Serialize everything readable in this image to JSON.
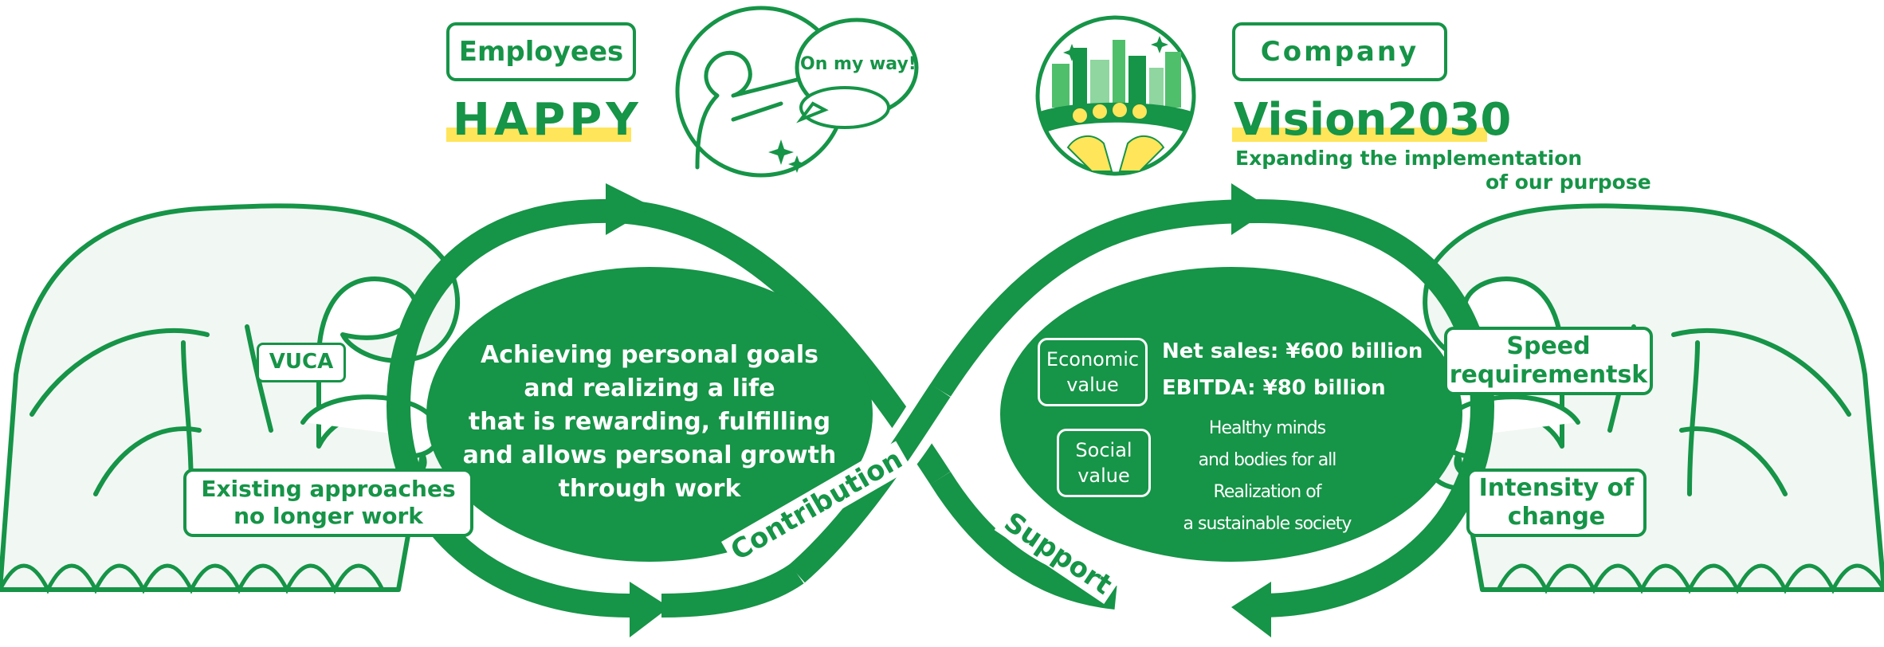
{
  "colors": {
    "green": "#169447",
    "light_green_fill": "#f1f7f3",
    "yellow": "#ffe55a",
    "white": "#ffffff"
  },
  "employees": {
    "label": "Employees",
    "title": "HAPPY",
    "speech": "On my way!"
  },
  "company": {
    "label": "Company",
    "title": "Vision2030",
    "subtitle_line1": "Expanding the implementation",
    "subtitle_line2": "of our purpose"
  },
  "left_circle": {
    "lines": [
      "Achieving personal goals",
      "and realizing a life",
      "that is rewarding, fulfilling",
      "and allows personal growth",
      "through work"
    ]
  },
  "right_circle": {
    "economic_tag": [
      "Economic",
      "value"
    ],
    "economic_values": [
      "Net sales: ¥600 billion",
      "EBITDA: ¥80 billion"
    ],
    "social_tag": [
      "Social",
      "value"
    ],
    "social_values": [
      "Healthy minds",
      "and bodies for all",
      "Realization of",
      "a sustainable society"
    ]
  },
  "flow_labels": {
    "contribution": "Contribution",
    "support": "Support"
  },
  "left_waves": {
    "vuca": "VUCA",
    "existing": [
      "Existing approaches",
      "no longer work"
    ]
  },
  "right_waves": {
    "speed": [
      "Speed",
      "requirementsk"
    ],
    "intensity": [
      "Intensity of",
      "change"
    ]
  }
}
